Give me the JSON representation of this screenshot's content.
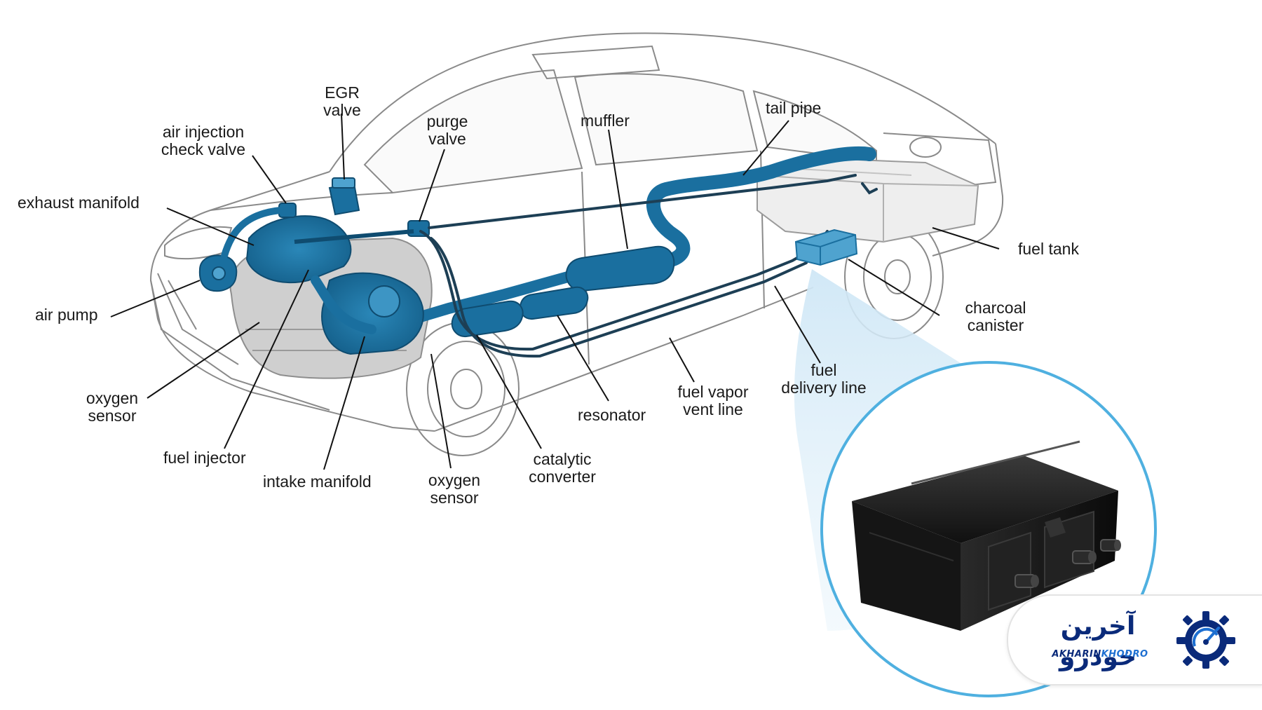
{
  "labels": {
    "egr_valve": [
      "EGR",
      "valve"
    ],
    "air_injection_check_valve": [
      "air injection",
      "check valve"
    ],
    "purge_valve": [
      "purge",
      "valve"
    ],
    "muffler": "muffler",
    "tail_pipe": "tail pipe",
    "exhaust_manifold": "exhaust manifold",
    "fuel_tank": "fuel tank",
    "air_pump": "air pump",
    "charcoal_canister": [
      "charcoal",
      "canister"
    ],
    "fuel_delivery_line": [
      "fuel",
      "delivery line"
    ],
    "oxygen_sensor_front": [
      "oxygen",
      "sensor"
    ],
    "fuel_vapor_vent_line": [
      "fuel vapor",
      "vent line"
    ],
    "resonator": "resonator",
    "fuel_injector": "fuel injector",
    "catalytic_converter": [
      "catalytic",
      "converter"
    ],
    "intake_manifold": "intake manifold",
    "oxygen_sensor_rear": [
      "oxygen",
      "sensor"
    ]
  },
  "logo": {
    "persian": "آخرین خودرو",
    "latin_part1": "AKHARIN",
    "latin_part2": "KHODRO"
  },
  "colors": {
    "component_blue": "#1a6f9f",
    "component_blue_light": "#4fa3cf",
    "callout_ring": "#4fb0e0",
    "logo_navy": "#0a2a7a",
    "logo_blue": "#1d6fd1"
  }
}
